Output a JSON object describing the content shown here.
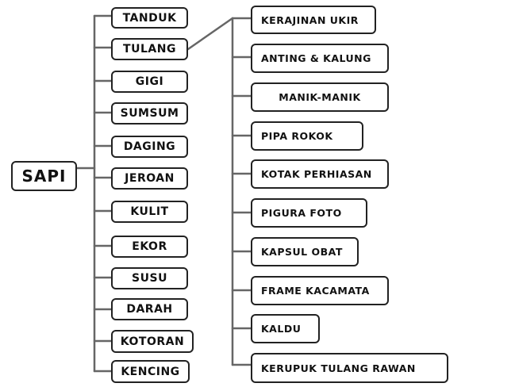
{
  "root": {
    "label": "SAPI"
  },
  "parts": [
    {
      "label": "TANDUK"
    },
    {
      "label": "TULANG"
    },
    {
      "label": "GIGI"
    },
    {
      "label": "SUMSUM"
    },
    {
      "label": "DAGING"
    },
    {
      "label": "JEROAN"
    },
    {
      "label": "KULIT"
    },
    {
      "label": "EKOR"
    },
    {
      "label": "SUSU"
    },
    {
      "label": "DARAH"
    },
    {
      "label": "KOTORAN"
    },
    {
      "label": "KENCING"
    }
  ],
  "tulang_products": [
    {
      "label": "KERAJINAN UKIR"
    },
    {
      "label": "ANTING & KALUNG"
    },
    {
      "label": "MANIK-MANIK"
    },
    {
      "label": "PIPA ROKOK"
    },
    {
      "label": "KOTAK PERHIASAN"
    },
    {
      "label": "PIGURA FOTO"
    },
    {
      "label": "KAPSUL OBAT"
    },
    {
      "label": "FRAME KACAMATA"
    },
    {
      "label": "KALDU"
    },
    {
      "label": "KERUPUK TULANG RAWAN"
    }
  ],
  "colors": {
    "line": "#666666",
    "border": "#222222",
    "text": "#111111"
  }
}
